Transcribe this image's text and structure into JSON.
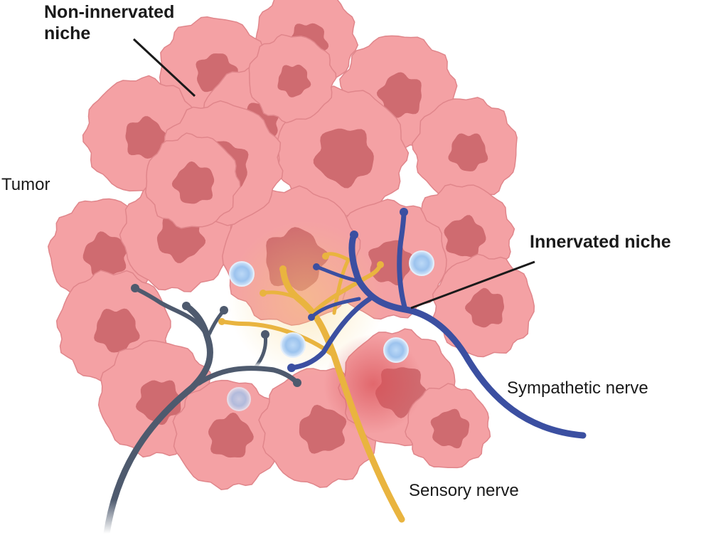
{
  "labels": {
    "non_innervated_line1": "Non-innervated",
    "non_innervated_line2": "niche",
    "tumor": "Tumor",
    "innervated": "Innervated niche",
    "sympathetic": "Sympathetic nerve",
    "sensory": "Sensory nerve"
  },
  "colors": {
    "cell_fill": "#f4a1a4",
    "cell_edge": "#e0868b",
    "nucleus": "#cf6b70",
    "sympathetic_nerve": "#3b4fa1",
    "sensory_nerve": "#e9b43f",
    "other_nerve": "#4e5a6e",
    "immune_cell": "#a9cdf2"
  }
}
